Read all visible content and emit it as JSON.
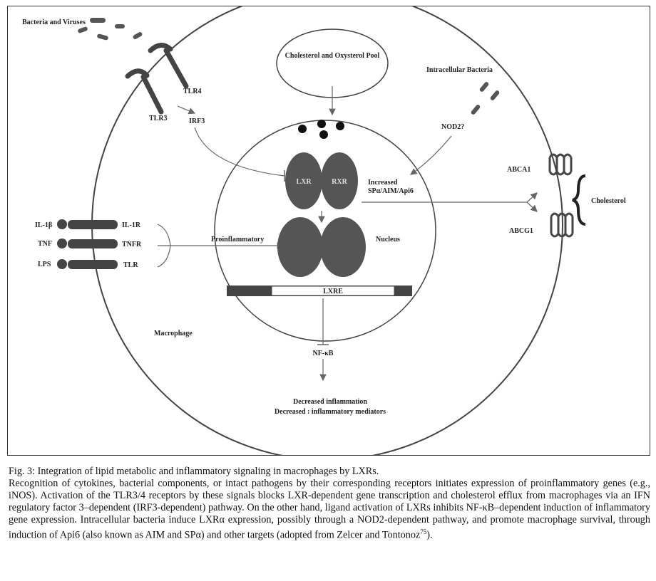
{
  "diagram": {
    "bacteria_viruses": "Bacteria and Viruses",
    "tlr4": "TLR4",
    "tlr3": "TLR3",
    "irf3": "IRF3",
    "pool": "Cholesterol and Oxysterol Pool",
    "intracellular_bacteria": "Intracellular Bacteria",
    "nod2": "NOD2?",
    "lxr": "LXR",
    "rxr": "RXR",
    "increased": "Increased",
    "spa": "SPα/AIM/Api6",
    "abca1": "ABCA1",
    "abcg1": "ABCG1",
    "cholesterol": "Cholesterol",
    "il1b": "IL-1β",
    "tnf": "TNF",
    "lps": "LPS",
    "il1r": "IL-1R",
    "tnfr": "TNFR",
    "tlr": "TLR",
    "proinflammatory": "Proinflammatory",
    "nucleus": "Nucleus",
    "lxre": "LXRE",
    "macrophage": "Macrophage",
    "nfkb": "NF-κB",
    "decreased_inflammation": "Decreased inflammation",
    "decreased_mediators": "Decreased : inflammatory mediators"
  },
  "caption": {
    "title": "Fig. 3: Integration of lipid metabolic and inflammatory signaling in macrophages by LXRs.",
    "body": "Recognition of cytokines, bacterial components, or intact pathogens by their corresponding receptors initiates expression of proinflammatory genes (e.g., iNOS). Activation of the TLR3/4 receptors by these signals blocks LXR-dependent gene transcription and cholesterol efflux from macrophages via an IFN regulatory factor 3–dependent (IRF3-dependent) pathway. On the other hand, ligand activation of LXRs inhibits NF-κB–dependent induction of inflammatory gene expression. Intracellular bacteria induce LXRα expression, possibly through a NOD2-dependent pathway, and promote macrophage survival, through induction of Api6 (also known as AIM and SPα) and other targets (adopted from Zelcer and Tontonoz",
    "ref": "75",
    "end": ")."
  }
}
